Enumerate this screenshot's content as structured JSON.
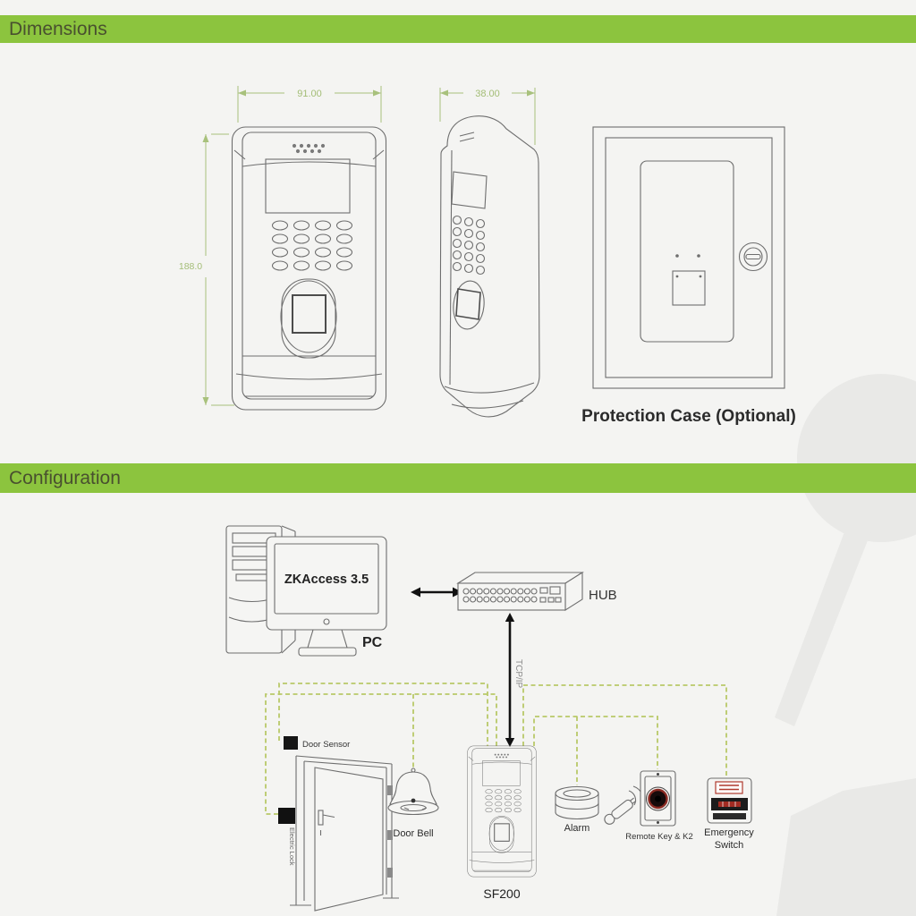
{
  "colors": {
    "banner_green": "#8cc43e",
    "banner_text": "#49502f",
    "dimension_line_green": "#a8c17c",
    "wire_dash_green": "#b9c968",
    "drawing_stroke_gray": "#6e6e6e",
    "background": "#f4f4f2",
    "watermark_gray": "#e9e9e7",
    "remote_button_red": "#8a2a22",
    "emergency_red": "#b03a2e"
  },
  "sections": {
    "dimensions": {
      "title": "Dimensions",
      "front_width": "91.00",
      "side_depth": "38.00",
      "front_height": "188.0",
      "case_label": "Protection Case (Optional)"
    },
    "configuration": {
      "title": "Configuration",
      "pc": {
        "screen": "ZKAccess 3.5",
        "label": "PC"
      },
      "hub_label": "HUB",
      "tcpip_label": "TCP/IP",
      "door_sensor_label": "Door Sensor",
      "electric_lock_label": "Electric Lock",
      "door_bell_label": "Door Bell",
      "device_label": "SF200",
      "alarm_label": "Alarm",
      "remote_label": "Remote Key & K2",
      "emergency_label_1": "Emergency",
      "emergency_label_2": "Switch"
    }
  }
}
